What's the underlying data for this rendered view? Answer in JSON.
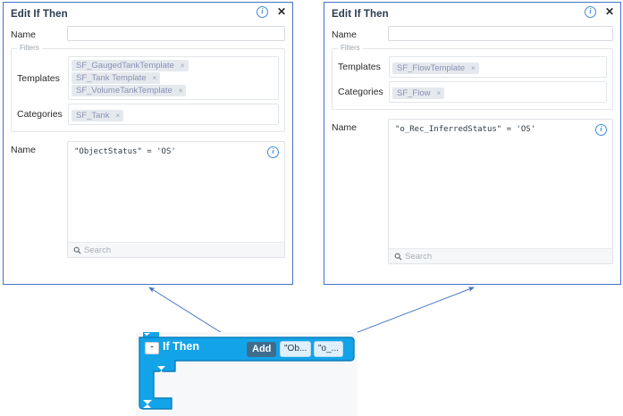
{
  "dialogs": [
    {
      "id": "left",
      "title": "Edit If Then",
      "info_icon": "info-icon",
      "close_icon": "close-icon",
      "name_label": "Name",
      "name_value": "",
      "filters_legend": "Filters",
      "templates_label": "Templates",
      "templates_chips": [
        "SF_GaugedTankTemplate",
        "SF_Tank Template",
        "SF_VolumeTankTemplate"
      ],
      "categories_label": "Categories",
      "categories_chips": [
        "SF_Tank"
      ],
      "expression_label": "Name",
      "expression": "\"ObjectStatus\" = 'OS'",
      "search_placeholder": "Search",
      "search_icon": "search-icon",
      "chip_remove_icon": "×"
    },
    {
      "id": "right",
      "title": "Edit If Then",
      "info_icon": "info-icon",
      "close_icon": "close-icon",
      "name_label": "Name",
      "name_value": "",
      "filters_legend": "Filters",
      "templates_label": "Templates",
      "templates_chips": [
        "SF_FlowTemplate"
      ],
      "categories_label": "Categories",
      "categories_chips": [
        "SF_Flow"
      ],
      "expression_label": "Name",
      "expression": "\"o_Rec_InferredStatus\" = 'OS'",
      "search_placeholder": "Search",
      "search_icon": "search-icon",
      "chip_remove_icon": "×"
    }
  ],
  "block": {
    "title": "If Then",
    "collapse_label": "-",
    "add_label": "Add",
    "args": [
      "\"Ob...",
      "\"o_..."
    ],
    "colors": {
      "block_fill": "#13a3e8",
      "block_stroke": "#0b7fba",
      "add_button": "#3f6d8e",
      "badge_fill": "#dff0fb",
      "badge_stroke": "#b9d9ef"
    }
  },
  "connectors": {
    "color": "#4472c4",
    "count": 2
  },
  "colors": {
    "dialog_border": "#4472c4",
    "accent_blue": "#3d8bd8",
    "chip_bg": "#e5e9ee",
    "chip_text": "#8a93b4",
    "canvas_bg": "#f7f8f9"
  }
}
